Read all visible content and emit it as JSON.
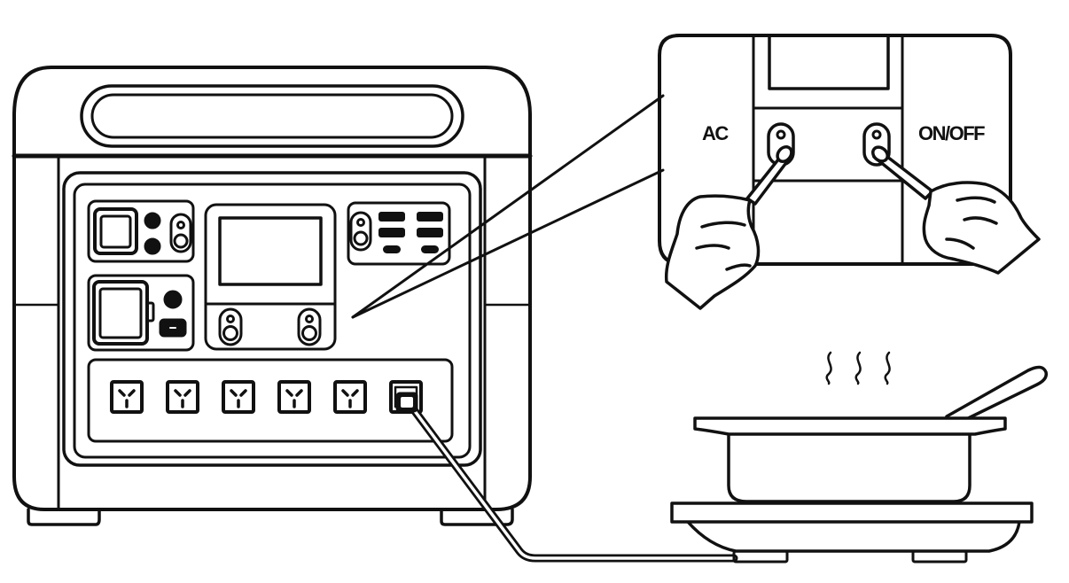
{
  "diagram": {
    "callout_labels": {
      "ac_button": "AC",
      "power_button": "ON/OFF"
    },
    "ac_outlet_count": 6,
    "steam_wisp_count": 3,
    "colors": {
      "stroke": "#111111",
      "background": "#ffffff"
    }
  }
}
